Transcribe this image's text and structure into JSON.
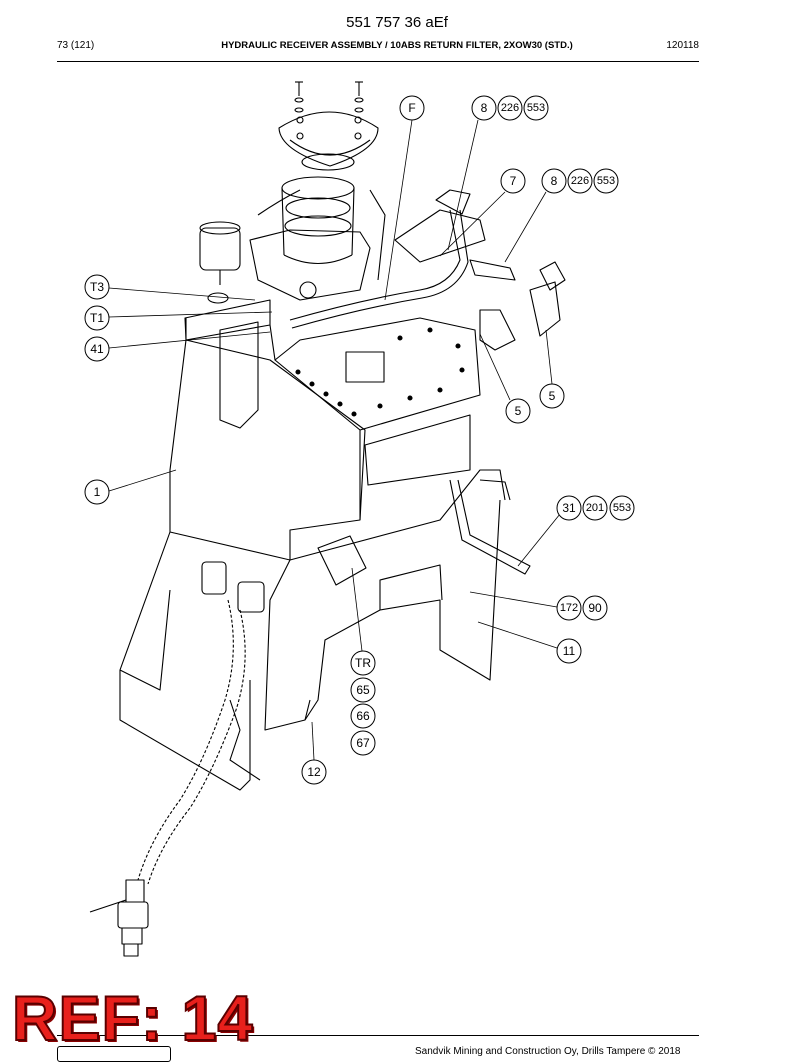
{
  "document": {
    "code": "551 757 36 aEf",
    "page": "73 (121)",
    "title": "HYDRAULIC RECEIVER ASSEMBLY / 10ABS RETURN FILTER, 2XOW30 (STD.)",
    "date_code": "120118",
    "footer": "Sandvik Mining and Construction Oy, Drills Tampere © 2018",
    "ref_stamp": "REF: 14"
  },
  "callouts": [
    {
      "id": "F",
      "label": "F"
    },
    {
      "id": "8a",
      "label": "8"
    },
    {
      "id": "226a",
      "label": "226"
    },
    {
      "id": "553a",
      "label": "553"
    },
    {
      "id": "7",
      "label": "7"
    },
    {
      "id": "8b",
      "label": "8"
    },
    {
      "id": "226b",
      "label": "226"
    },
    {
      "id": "553b",
      "label": "553"
    },
    {
      "id": "T3",
      "label": "T3"
    },
    {
      "id": "T1",
      "label": "T1"
    },
    {
      "id": "41",
      "label": "41"
    },
    {
      "id": "5a",
      "label": "5"
    },
    {
      "id": "5b",
      "label": "5"
    },
    {
      "id": "1",
      "label": "1"
    },
    {
      "id": "31",
      "label": "31"
    },
    {
      "id": "201",
      "label": "201"
    },
    {
      "id": "553c",
      "label": "553"
    },
    {
      "id": "172",
      "label": "172"
    },
    {
      "id": "90",
      "label": "90"
    },
    {
      "id": "11",
      "label": "11"
    },
    {
      "id": "TR",
      "label": "TR"
    },
    {
      "id": "65",
      "label": "65"
    },
    {
      "id": "66",
      "label": "66"
    },
    {
      "id": "67",
      "label": "67"
    },
    {
      "id": "12",
      "label": "12"
    }
  ]
}
